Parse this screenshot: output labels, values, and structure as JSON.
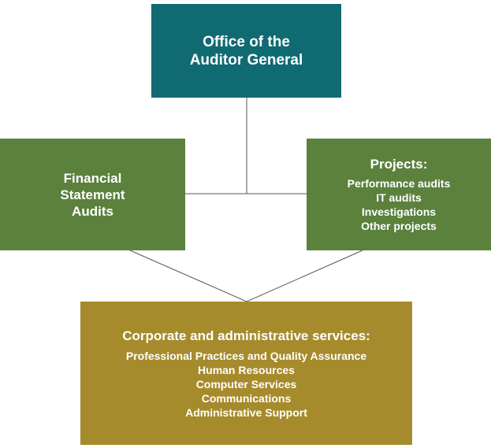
{
  "colors": {
    "teal": "#106a72",
    "green": "#5b813d",
    "gold": "#a68b2c",
    "connector": "#555555"
  },
  "auditor": {
    "line1": "Office of the",
    "line2": "Auditor General"
  },
  "financial": {
    "line1": "Financial",
    "line2": "Statement",
    "line3": "Audits"
  },
  "projects": {
    "title": "Projects:",
    "items": [
      "Performance audits",
      "IT audits",
      "Investigations",
      "Other projects"
    ]
  },
  "corporate": {
    "title": "Corporate and administrative services:",
    "items": [
      "Professional Practices and Quality Assurance",
      "Human Resources",
      "Computer Services",
      "Communications",
      "Administrative Support"
    ]
  }
}
